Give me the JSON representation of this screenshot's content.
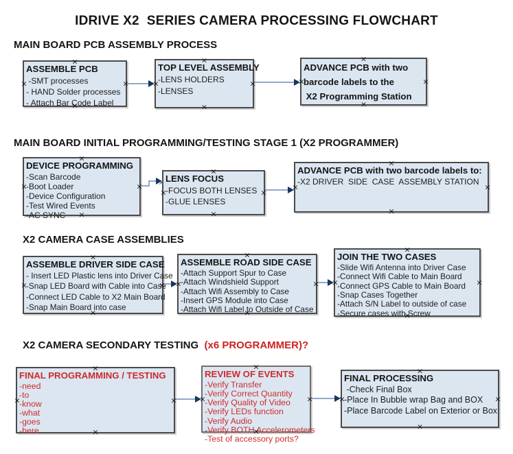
{
  "title": "IDRIVE X2  SERIES CAMERA PROCESSING FLOWCHART",
  "icons": {
    "handle": "×"
  },
  "colors": {
    "box_fill": "#dce6f1",
    "box_border": "#4a4a4a",
    "red_text": "#cc2b2b",
    "connector_line": "#91a8c9",
    "connector_arrowhead": "#17375e",
    "text": "#151515"
  },
  "sections": {
    "s1": {
      "heading": "MAIN BOARD PCB ASSEMBLY PROCESS"
    },
    "s2": {
      "heading": "MAIN BOARD INITIAL PROGRAMMING/TESTING STAGE 1 (X2 PROGRAMMER)"
    },
    "s3": {
      "heading": "X2 CAMERA CASE ASSEMBLIES"
    },
    "s4": {
      "heading_black": "X2 CAMERA SECONDARY TESTING ",
      "heading_red": " (x6 PROGRAMMER)?"
    }
  },
  "boxes": {
    "assemble_pcb": {
      "title": "ASSEMBLE PCB",
      "items": [
        " -SMT processes",
        "- HAND Solder processes",
        "- Attach Bar Code Label"
      ]
    },
    "top_level_assembly": {
      "title": "TOP LEVEL ASSEMBLY",
      "items": [
        "-LENS HOLDERS",
        "-LENSES"
      ]
    },
    "advance_pcb_programming": {
      "title": "ADVANCE PCB with two\nbarcode labels to the\n X2 Programming Station",
      "items": []
    },
    "device_programming": {
      "title": "DEVICE PROGRAMMING",
      "items": [
        "-Scan Barcode",
        "-Boot Loader",
        "-Device Configuration",
        "-Test Wired Events",
        "-AC SYNC"
      ]
    },
    "lens_focus": {
      "title": "LENS FOCUS",
      "items": [
        "-FOCUS BOTH LENSES",
        "-GLUE LENSES"
      ]
    },
    "advance_pcb_driver_side": {
      "title": "ADVANCE PCB with two barcode labels to:",
      "items": [
        "-X2 DRIVER  SIDE  CASE  ASSEMBLY STATION"
      ]
    },
    "assemble_driver_side_case": {
      "title": "ASSEMBLE DRIVER SIDE CASE",
      "items": [
        "- Insert LED Plastic lens into Driver Case",
        "-Snap LED Board with Cable into Case",
        "-Connect LED Cable to X2 Main Board",
        "-Snap Main Board into case"
      ]
    },
    "assemble_road_side_case": {
      "title": "ASSEMBLE ROAD SIDE CASE",
      "items": [
        "-Attach Support Spur to Case",
        "-Attach Windshield Support",
        "-Attach Wifi Assembly to Case",
        "-Insert GPS Module into Case",
        "-Attach Wifi Label to Outside of Case"
      ]
    },
    "join_the_two_cases": {
      "title": "JOIN THE TWO CASES",
      "items": [
        "-Slide Wifi Antenna into Driver Case",
        "-Connect Wifi Cable to Main Board",
        "-Connect GPS Cable to Main Board",
        "-Snap Cases Together",
        "-Attach S/N Label to outside of case",
        "-Secure cases with Screw"
      ]
    },
    "final_programming_testing": {
      "title": "FINAL PROGRAMMING / TESTING",
      "items": [
        "-need",
        "-to",
        "-know",
        "-what",
        "-goes",
        "-here"
      ]
    },
    "review_of_events": {
      "title": "REVIEW OF EVENTS",
      "items": [
        "-Verify Transfer",
        "-Verify Correct Quantity",
        "-Verify Quality of Video",
        "-Verify LEDs function",
        "-Verify Audio",
        "-Verify BOTH Accelerometers",
        "-Test of accessory ports?"
      ]
    },
    "final_processing": {
      "title": "FINAL PROCESSING",
      "items": [
        " -Check Final Box",
        "-Place In Bubble wrap Bag and BOX",
        "-Place Barcode Label on Exterior or Box"
      ]
    }
  }
}
